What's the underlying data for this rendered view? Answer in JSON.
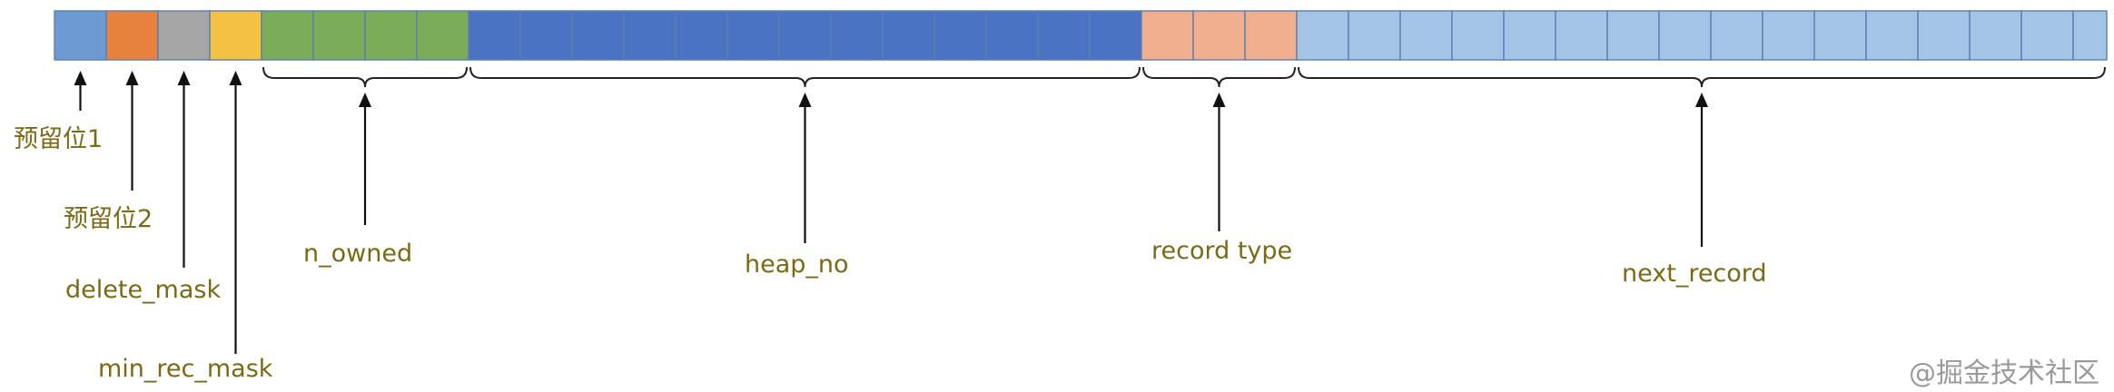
{
  "fields": [
    {
      "id": "reserved1",
      "label": "预留位1",
      "bits": 1,
      "color": "#6b9bd2"
    },
    {
      "id": "reserved2",
      "label": "预留位2",
      "bits": 1,
      "color": "#e8803e"
    },
    {
      "id": "delete_mask",
      "label": "delete_mask",
      "bits": 1,
      "color": "#a6a6a6"
    },
    {
      "id": "min_rec_mask",
      "label": "min_rec_mask",
      "bits": 1,
      "color": "#f4c142"
    },
    {
      "id": "n_owned",
      "label": "n_owned",
      "bits": 4,
      "color": "#7aac5a"
    },
    {
      "id": "heap_no",
      "label": "heap_no",
      "bits": 13,
      "color": "#4a73c4"
    },
    {
      "id": "record_type",
      "label": "record type",
      "bits": 3,
      "color": "#f0ae8c"
    },
    {
      "id": "next_record",
      "label": "next_record",
      "bits": 16,
      "color": "#a4c4e6"
    }
  ],
  "label_color": "#7a6a14",
  "watermark": "@掘金技术社区"
}
